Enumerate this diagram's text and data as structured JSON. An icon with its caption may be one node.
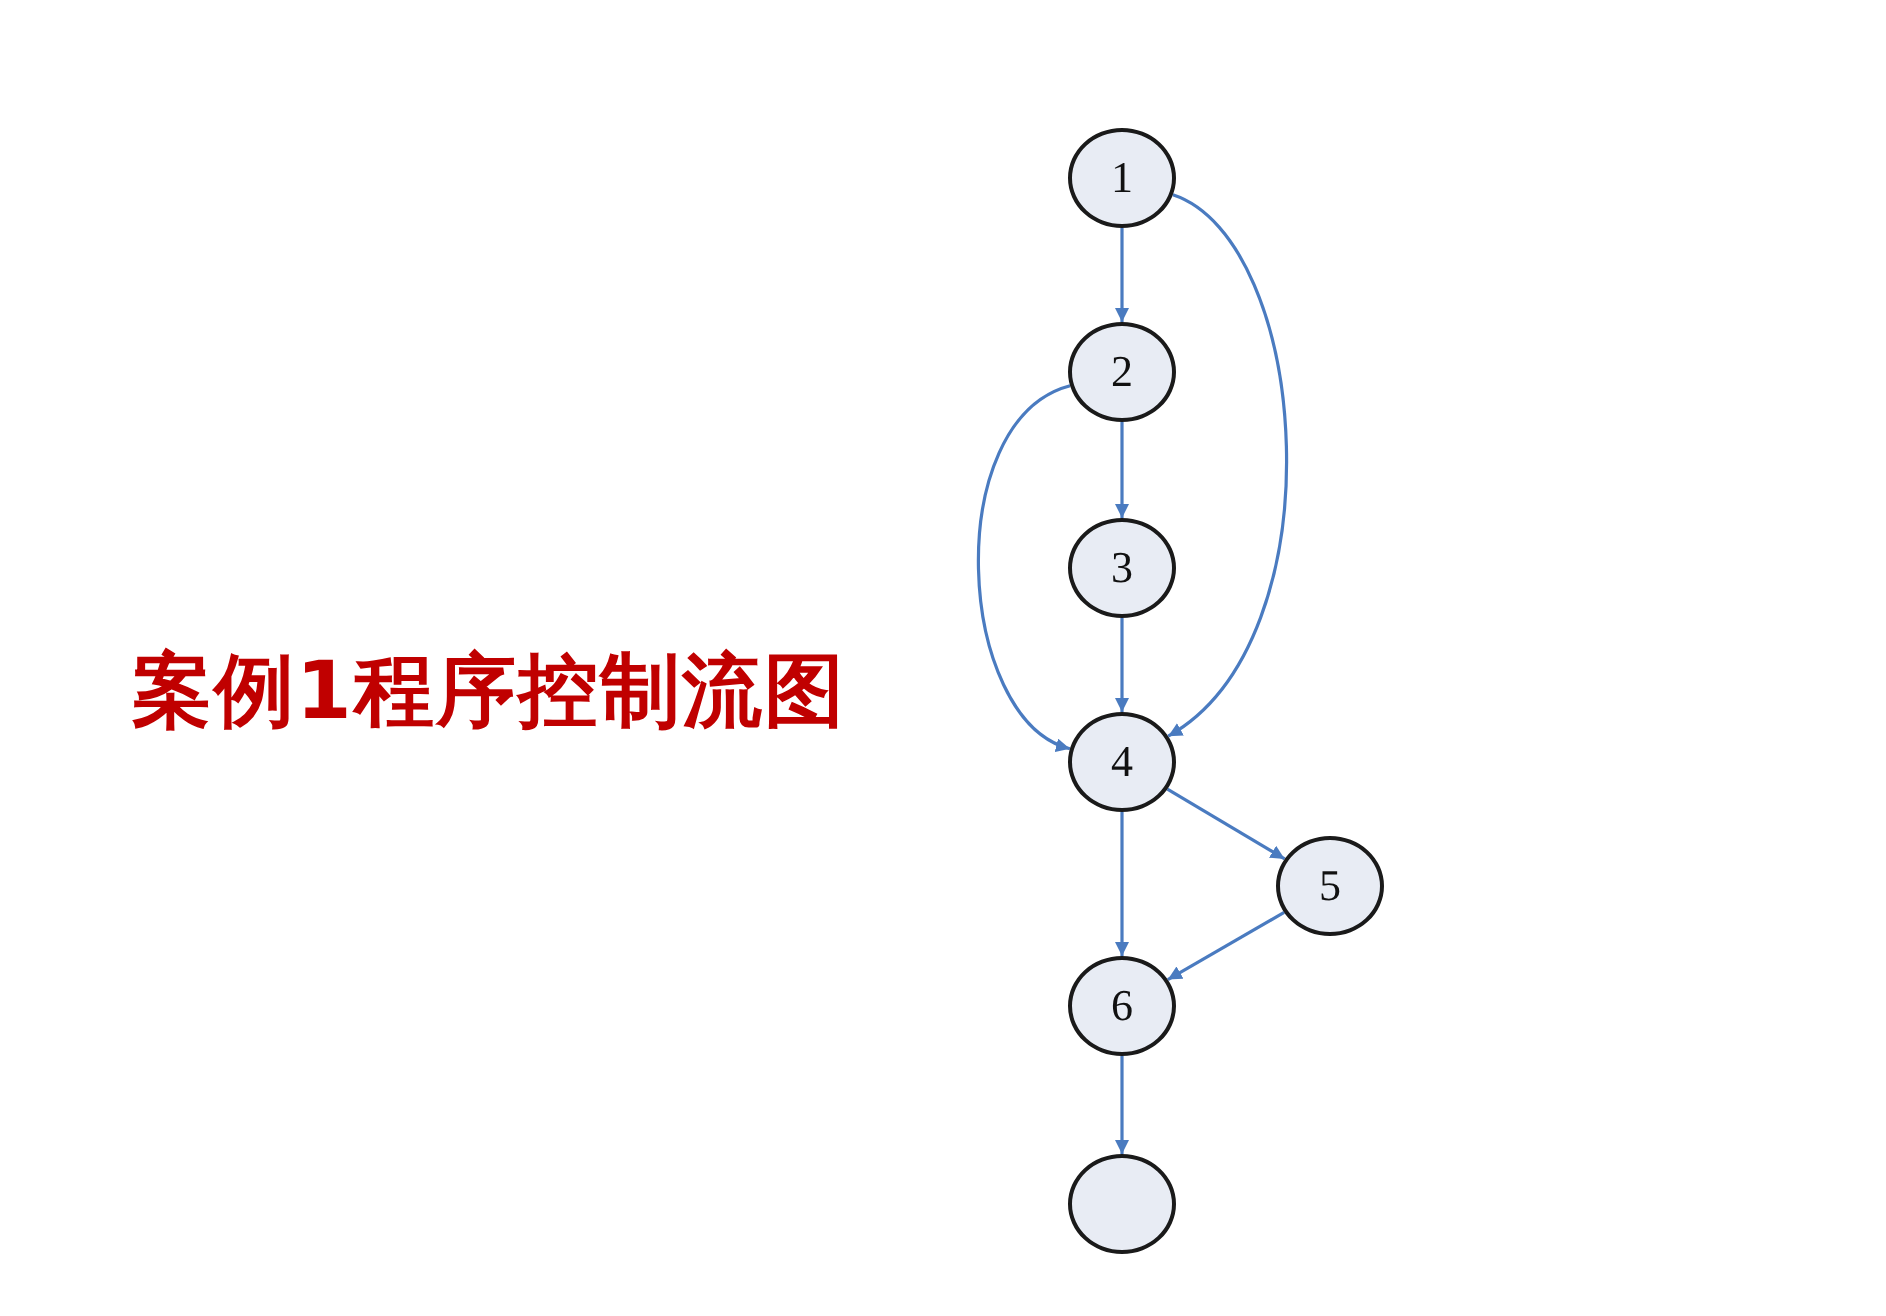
{
  "diagram": {
    "title": "案例1程序控制流图",
    "nodes": [
      {
        "text": [
          "1"
        ]
      },
      {
        "text": [
          "2"
        ]
      },
      {
        "text": [
          "3"
        ]
      },
      {
        "text": [
          "4"
        ]
      },
      {
        "text": [
          "5"
        ]
      },
      {
        "text": [
          "6"
        ]
      },
      {
        "text": [],
        "shape": "circle"
      }
    ],
    "edges": [
      {
        "from": 0,
        "to": 1,
        "arrow": "to"
      },
      {
        "from": 0,
        "to": 3,
        "arrow": "to"
      },
      {
        "from": 1,
        "to": 2,
        "arrow": "to"
      },
      {
        "from": 1,
        "to": 3,
        "arrow": "to"
      },
      {
        "from": 2,
        "to": 3,
        "arrow": "to"
      },
      {
        "from": 3,
        "to": 4,
        "arrow": "to"
      },
      {
        "from": 3,
        "to": 5,
        "arrow": "to"
      },
      {
        "from": 4,
        "to": 5,
        "arrow": "to"
      },
      {
        "from": 5,
        "to": 6,
        "arrow": "to"
      }
    ]
  }
}
